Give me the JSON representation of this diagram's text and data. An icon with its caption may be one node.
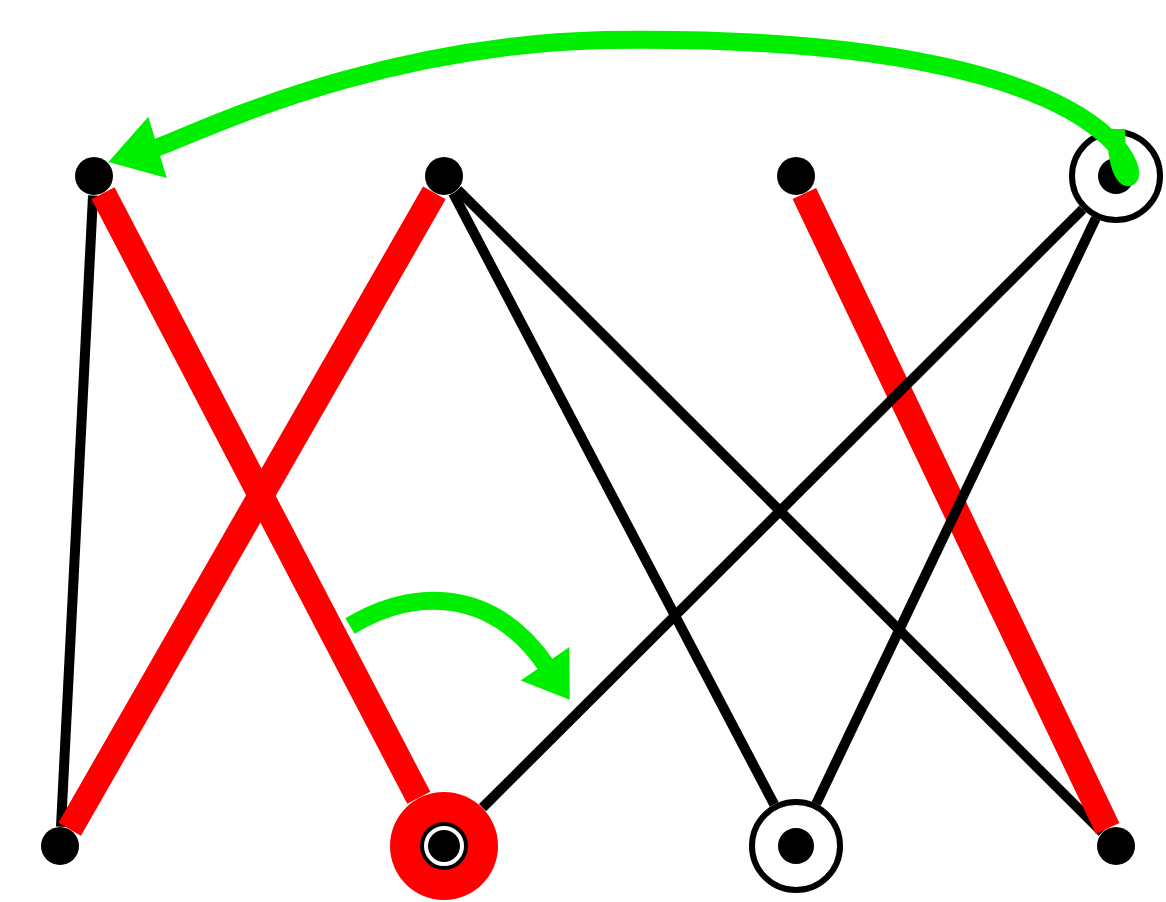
{
  "diagram": {
    "nodes": [
      {
        "text": [],
        "shape": "circle"
      },
      {
        "text": [],
        "shape": "circle"
      },
      {
        "text": [],
        "shape": "circle"
      },
      {
        "text": [],
        "shape": "circle"
      },
      {
        "text": [],
        "shape": "circle"
      },
      {
        "text": [],
        "shape": "circle"
      },
      {
        "text": [],
        "shape": "circle"
      },
      {
        "text": [],
        "shape": "circle"
      }
    ],
    "edges": [
      {
        "from": 0,
        "to": 4,
        "arrow": "none"
      },
      {
        "from": 0,
        "to": 5,
        "arrow": "none",
        "style": "thick",
        "color": "#ff0000"
      },
      {
        "from": 1,
        "to": 4,
        "arrow": "none",
        "style": "thick",
        "color": "#ff0000"
      },
      {
        "from": 1,
        "to": 6,
        "arrow": "none"
      },
      {
        "from": 1,
        "to": 7,
        "arrow": "none"
      },
      {
        "from": 2,
        "to": 7,
        "arrow": "none",
        "style": "thick",
        "color": "#ff0000"
      },
      {
        "from": 3,
        "to": 5,
        "arrow": "none"
      },
      {
        "from": 3,
        "to": 6,
        "arrow": "none"
      },
      {
        "from": 3,
        "to": 0,
        "arrow": "to",
        "style": "thick",
        "color": "#00ee00"
      }
    ]
  }
}
